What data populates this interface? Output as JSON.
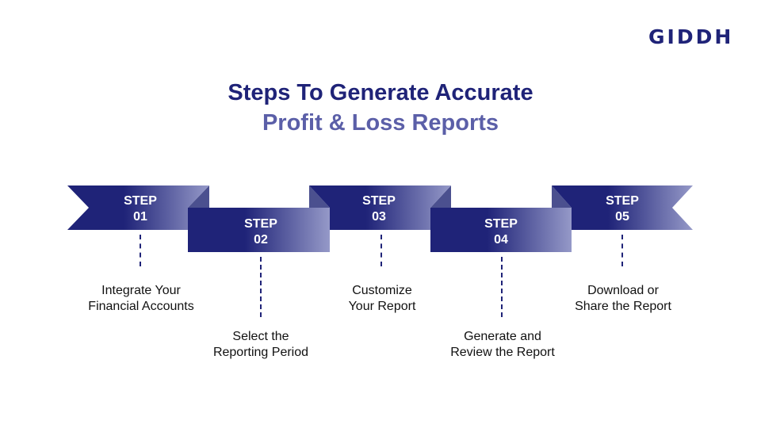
{
  "logo": "GIDDH",
  "title": {
    "line1": "Steps To Generate Accurate",
    "line2": "Profit & Loss Reports"
  },
  "steps": [
    {
      "word": "STEP",
      "num": "01",
      "desc1": "Integrate Your",
      "desc2": "Financial Accounts"
    },
    {
      "word": "STEP",
      "num": "02",
      "desc1": "Select the",
      "desc2": "Reporting Period"
    },
    {
      "word": "STEP",
      "num": "03",
      "desc1": "Customize",
      "desc2": "Your Report"
    },
    {
      "word": "STEP",
      "num": "04",
      "desc1": "Generate and",
      "desc2": "Review the Report"
    },
    {
      "word": "STEP",
      "num": "05",
      "desc1": "Download or",
      "desc2": "Share the Report"
    }
  ],
  "colors": {
    "dark": "#1f2378",
    "light": "#9599c8",
    "fold": "#4b508f"
  }
}
